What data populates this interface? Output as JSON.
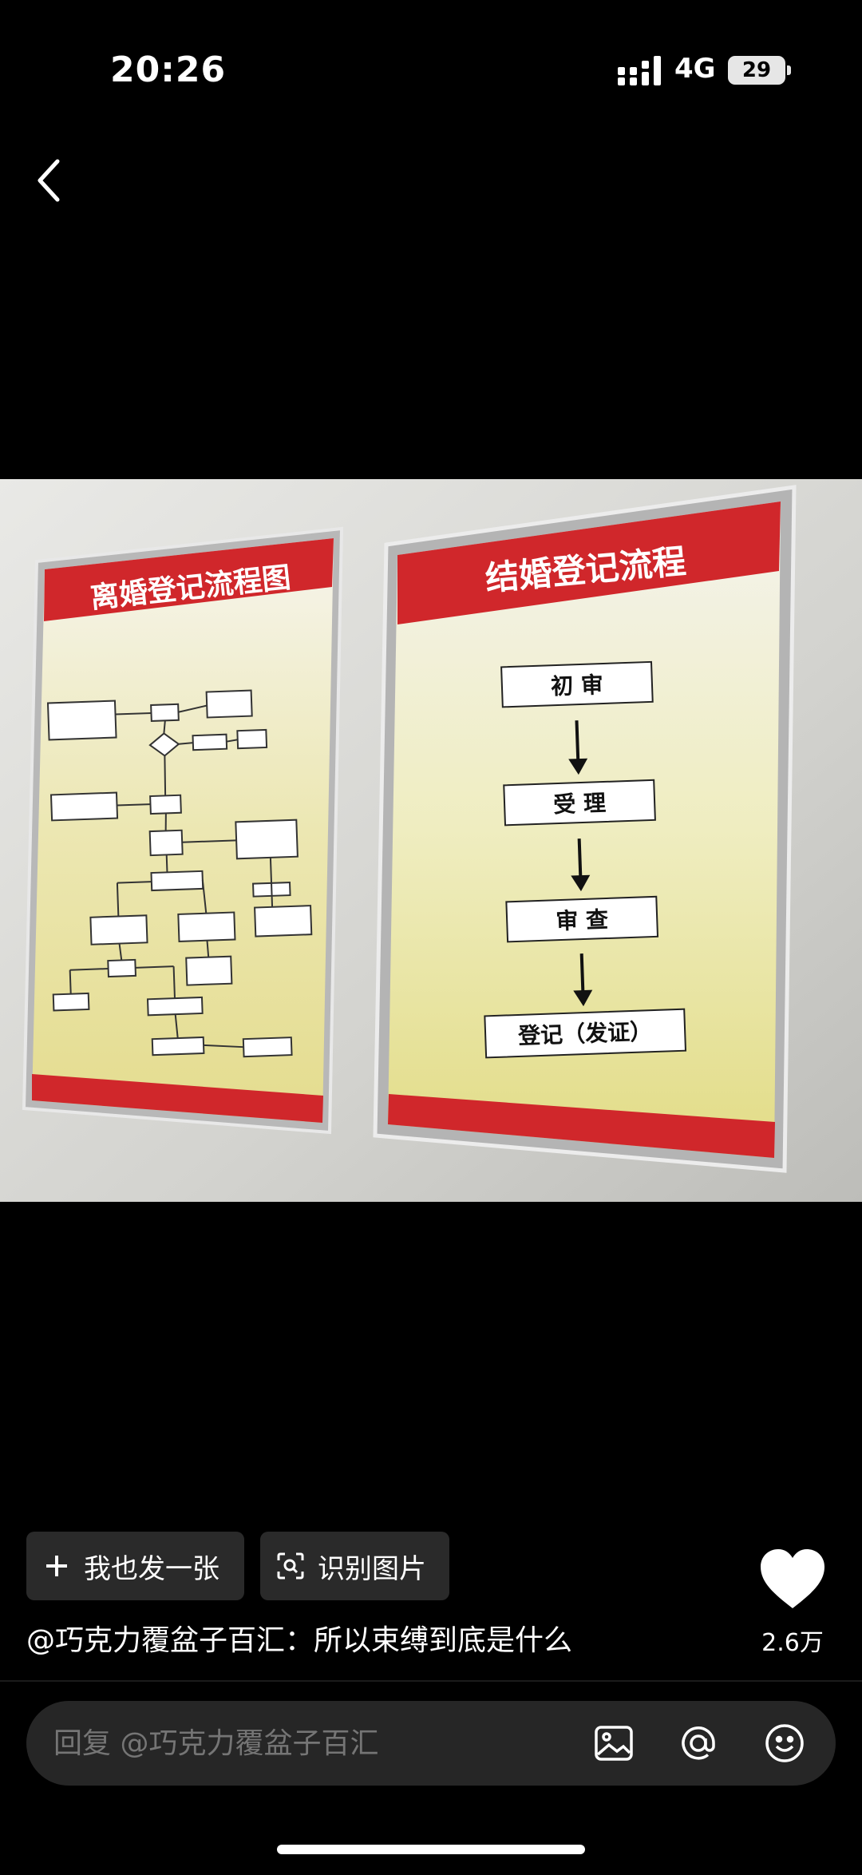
{
  "status": {
    "time": "20:26",
    "network": "4G",
    "battery": "29"
  },
  "photo": {
    "left_poster": {
      "title": "离婚登记流程图"
    },
    "right_poster": {
      "title": "结婚登记流程",
      "steps": [
        "初  审",
        "受  理",
        "审  查",
        "登记（发证）"
      ]
    }
  },
  "actions": {
    "post_same": "我也发一张",
    "recognize": "识别图片"
  },
  "likes": "2.6万",
  "caption": "@巧克力覆盆子百汇：所以束缚到底是什么",
  "reply": {
    "placeholder": "回复 @巧克力覆盆子百汇"
  }
}
